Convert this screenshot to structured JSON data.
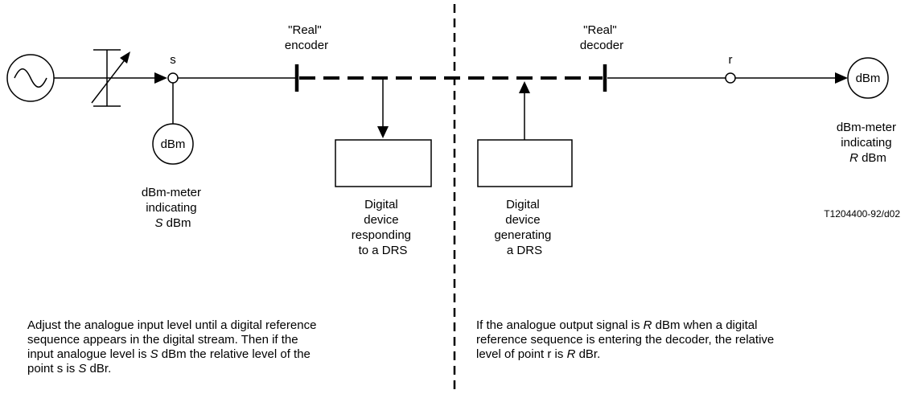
{
  "labels": {
    "node_s": "s",
    "node_r": "r",
    "encoder": [
      "\"Real\"",
      "encoder"
    ],
    "decoder": [
      "\"Real\"",
      "decoder"
    ],
    "meter_s": "dBm",
    "meter_r": "dBm",
    "meter_s_caption": [
      "dBm-meter",
      "indicating",
      "S",
      "dBm"
    ],
    "meter_r_caption": [
      "dBm-meter",
      "indicating",
      "R",
      "dBm"
    ],
    "device_responding": [
      "Digital",
      "device",
      "responding",
      "to a DRS"
    ],
    "device_generating": [
      "Digital",
      "device",
      "generating",
      "a DRS"
    ],
    "figure_code": "T1204400-92/d02"
  },
  "notes": {
    "left": [
      [
        "Adjust the analogue input level until a digital reference"
      ],
      [
        "sequence appears in the digital stream. Then if the"
      ],
      [
        "input analogue level is ",
        "S",
        " dBm the relative level of the"
      ],
      [
        "point s is ",
        "S",
        " dBr."
      ]
    ],
    "right": [
      [
        "If the analogue output signal is ",
        "R",
        " dBm when a digital"
      ],
      [
        "reference sequence is entering the decoder, the relative"
      ],
      [
        "level of point r is ",
        "R",
        " dBr."
      ]
    ]
  }
}
